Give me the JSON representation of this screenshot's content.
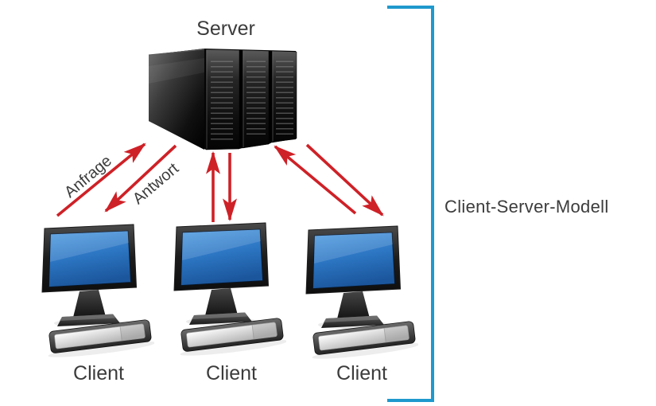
{
  "meta": {
    "description": "Client-Server-Modell diagram: one server connected to three clients with request/response arrows",
    "background": "#ffffff"
  },
  "labels": {
    "server": "Server",
    "anfrage": "Anfrage",
    "antwort": "Antwort",
    "model": "Client-Server-Modell",
    "clients": [
      "Client",
      "Client",
      "Client"
    ]
  },
  "colors": {
    "arrow_red": "#ce2127",
    "bracket_blue": "#1f99cd",
    "screen_blue": "#2d77c4",
    "text_gray": "#3c3c3c",
    "server_black": "#0d0d0d",
    "keyboard_silver": "#d9d9d9"
  },
  "diagram": {
    "nodes": [
      {
        "id": "server",
        "label": "Server",
        "type": "server-rack"
      },
      {
        "id": "client-1",
        "label": "Client",
        "type": "desktop-pc"
      },
      {
        "id": "client-2",
        "label": "Client",
        "type": "desktop-pc"
      },
      {
        "id": "client-3",
        "label": "Client",
        "type": "desktop-pc"
      }
    ],
    "edges": [
      {
        "from": "client-1",
        "to": "server",
        "label": "Anfrage",
        "style": "red-arrow"
      },
      {
        "from": "server",
        "to": "client-1",
        "label": "Antwort",
        "style": "red-arrow"
      },
      {
        "from": "client-2",
        "to": "server",
        "label": "",
        "style": "red-arrow"
      },
      {
        "from": "server",
        "to": "client-2",
        "label": "",
        "style": "red-arrow"
      },
      {
        "from": "client-3",
        "to": "server",
        "label": "",
        "style": "red-arrow"
      },
      {
        "from": "server",
        "to": "client-3",
        "label": "",
        "style": "red-arrow"
      }
    ],
    "bracket_caption": "Client-Server-Modell"
  }
}
